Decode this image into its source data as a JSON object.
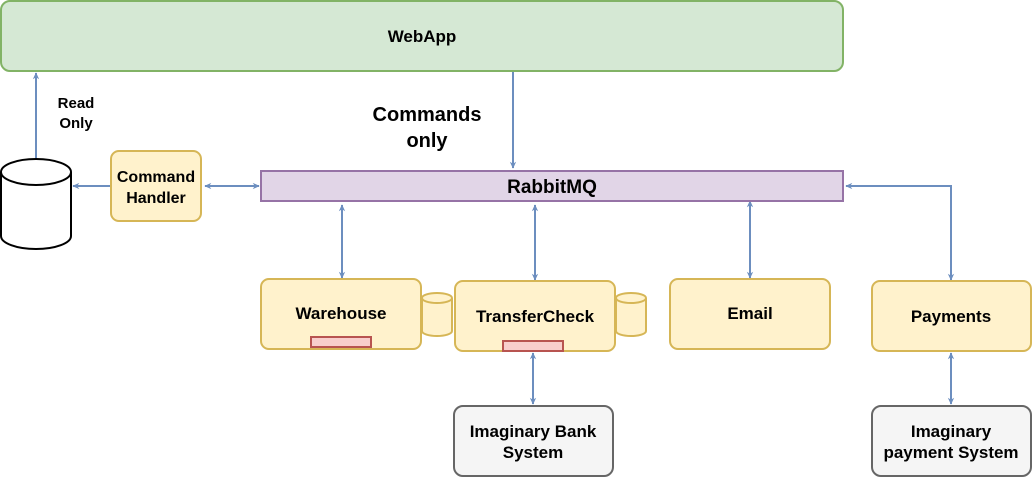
{
  "nodes": {
    "webapp": {
      "label": "WebApp"
    },
    "rabbitmq": {
      "label": "RabbitMQ"
    },
    "command_handler": {
      "line1": "Command",
      "line2": "Handler"
    },
    "warehouse": {
      "label": "Warehouse"
    },
    "transfercheck": {
      "label": "TransferCheck"
    },
    "email": {
      "label": "Email"
    },
    "payments": {
      "label": "Payments"
    },
    "bank_system": {
      "line1": "Imaginary Bank",
      "line2": "System"
    },
    "payment_system": {
      "line1": "Imaginary",
      "line2": "payment System"
    }
  },
  "annotations": {
    "read_only": {
      "line1": "Read",
      "line2": "Only"
    },
    "commands_only": {
      "line1": "Commands",
      "line2": "only"
    }
  },
  "colors": {
    "webapp_fill": "#d5e8d4",
    "webapp_stroke": "#82b366",
    "rabbit_fill": "#e1d5e7",
    "rabbit_stroke": "#9673a6",
    "service_fill": "#fff2cc",
    "service_stroke": "#d6b656",
    "external_fill": "#f5f5f5",
    "external_stroke": "#666666",
    "marker_fill": "#f8cecc",
    "marker_stroke": "#b85450",
    "edge": "#6c8ebf"
  }
}
